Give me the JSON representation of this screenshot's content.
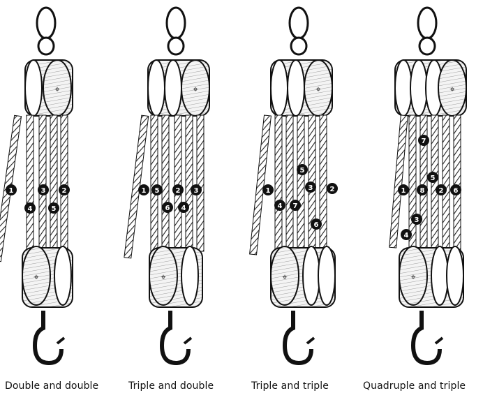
{
  "figures": [
    {
      "caption": "Double and double",
      "rope_labels": [
        "1",
        "3",
        "2",
        "4",
        "5"
      ],
      "upper_sheaves": 2,
      "lower_sheaves": 2
    },
    {
      "caption": "Triple and double",
      "rope_labels": [
        "1",
        "5",
        "2",
        "3",
        "6",
        "4"
      ],
      "upper_sheaves": 3,
      "lower_sheaves": 2
    },
    {
      "caption": "Triple and triple",
      "rope_labels": [
        "1",
        "5",
        "3",
        "2",
        "4",
        "7",
        "6"
      ],
      "upper_sheaves": 3,
      "lower_sheaves": 3
    },
    {
      "caption": "Quadruple and triple",
      "rope_labels": [
        "7",
        "5",
        "1",
        "8",
        "2",
        "6",
        "3",
        "4"
      ],
      "upper_sheaves": 4,
      "lower_sheaves": 3
    }
  ]
}
